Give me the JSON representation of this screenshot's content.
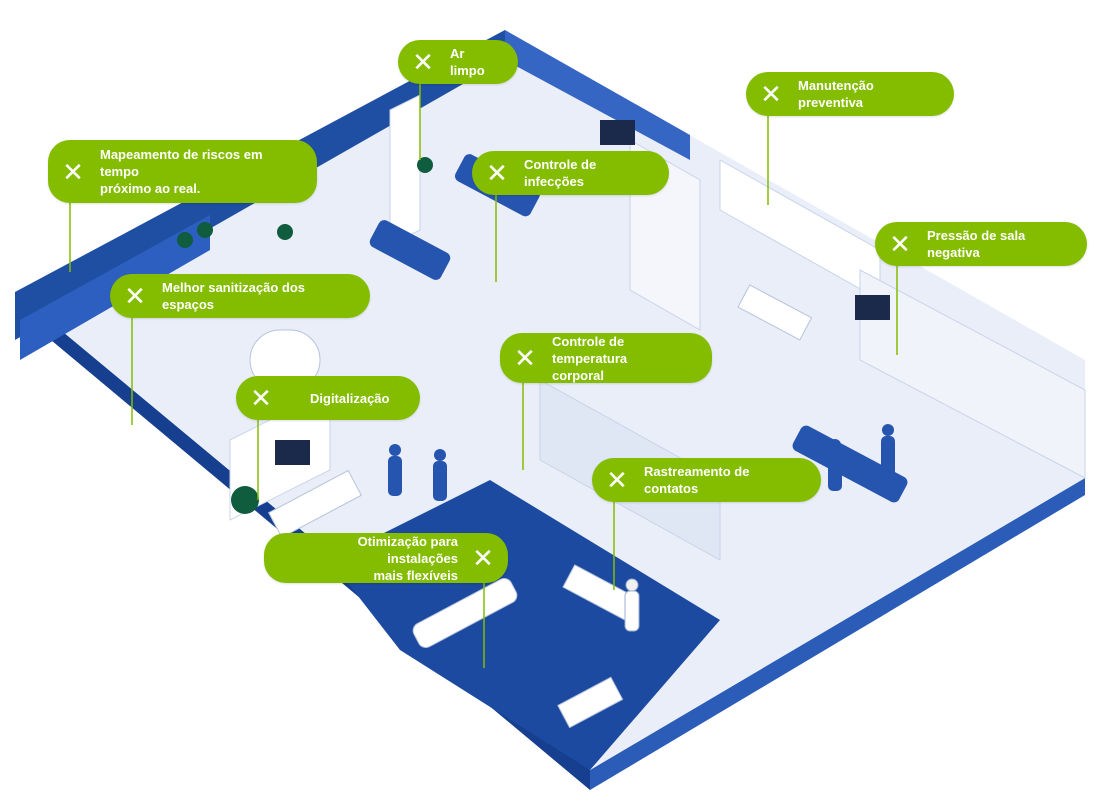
{
  "colors": {
    "accent": "#84bd00",
    "wall_dark": "#1f4fa3",
    "floor": "#e9eef8",
    "floor_dark": "#1c4aa0",
    "label_text": "#ffffff"
  },
  "icon": "close-x-icon",
  "callouts": [
    {
      "id": "ar-limpo",
      "label": "Ar limpo"
    },
    {
      "id": "manutencao-preventiva",
      "label": "Manutenção preventiva"
    },
    {
      "id": "mapeamento-riscos",
      "label": "Mapeamento de riscos em tempo\npróximo ao real."
    },
    {
      "id": "controle-infeccoes",
      "label": "Controle de infecções"
    },
    {
      "id": "pressao-sala-negativa",
      "label": "Pressão de sala negativa"
    },
    {
      "id": "melhor-sanitizacao",
      "label": "Melhor sanitização dos espaços"
    },
    {
      "id": "controle-temperatura",
      "label": "Controle de temperatura\ncorporal"
    },
    {
      "id": "digitalizacao",
      "label": "Digitalização"
    },
    {
      "id": "rastreamento-contatos",
      "label": "Rastreamento de contatos"
    },
    {
      "id": "otimizacao-instalacoes",
      "label": "Otimização para instalações\nmais flexíveis"
    }
  ]
}
